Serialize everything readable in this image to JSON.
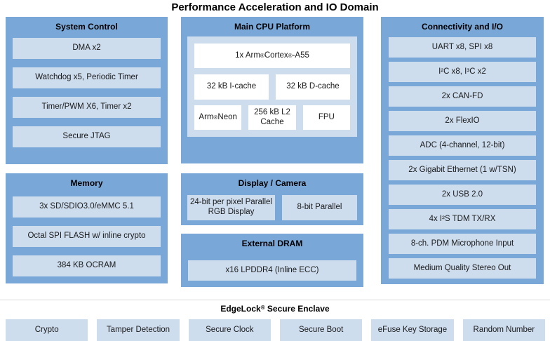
{
  "title": "Performance Acceleration and IO Domain",
  "colors": {
    "panel_blue": "#79a7d8",
    "block_blue": "#cdddee",
    "block_white": "#ffffff",
    "divider_gray": "#d9d9d9",
    "text": "#1b1b1b"
  },
  "panels": {
    "system_control": {
      "title": "System Control",
      "items": [
        "DMA x2",
        "Watchdog x5, Periodic Timer",
        "Timer/PWM X6, Timer x2",
        "Secure JTAG"
      ]
    },
    "memory": {
      "title": "Memory",
      "items": [
        "3x SD/SDIO3.0/eMMC 5.1",
        "Octal SPI FLASH w/ inline crypto",
        "384 KB OCRAM"
      ]
    },
    "main_cpu": {
      "title": "Main CPU Platform",
      "cpu": "1x Arm® Cortex®-A55",
      "caches": [
        "32 kB I-cache",
        "32 kB D-cache"
      ],
      "units": [
        "Arm® Neon",
        "256 kB L2 Cache",
        "FPU"
      ]
    },
    "display_camera": {
      "title": "Display / Camera",
      "items": [
        "24-bit per pixel Parallel RGB Display",
        "8-bit Parallel"
      ]
    },
    "external_dram": {
      "title": "External DRAM",
      "items": [
        "x16 LPDDR4 (Inline ECC)"
      ]
    },
    "connectivity": {
      "title": "Connectivity and I/O",
      "items": [
        "UART x8, SPI x8",
        "I²C x8, I³C x2",
        "2x CAN-FD",
        "2x FlexIO",
        "ADC (4-channel, 12-bit)",
        "2x Gigabit Ethernet (1 w/TSN)",
        "2x USB 2.0",
        "4x I²S TDM TX/RX",
        "8-ch. PDM Microphone Input",
        "Medium Quality Stereo Out"
      ]
    },
    "secure_enclave": {
      "title": "EdgeLock® Secure Enclave",
      "items": [
        "Crypto",
        "Tamper Detection",
        "Secure Clock",
        "Secure Boot",
        "eFuse Key Storage",
        "Random Number"
      ]
    }
  }
}
